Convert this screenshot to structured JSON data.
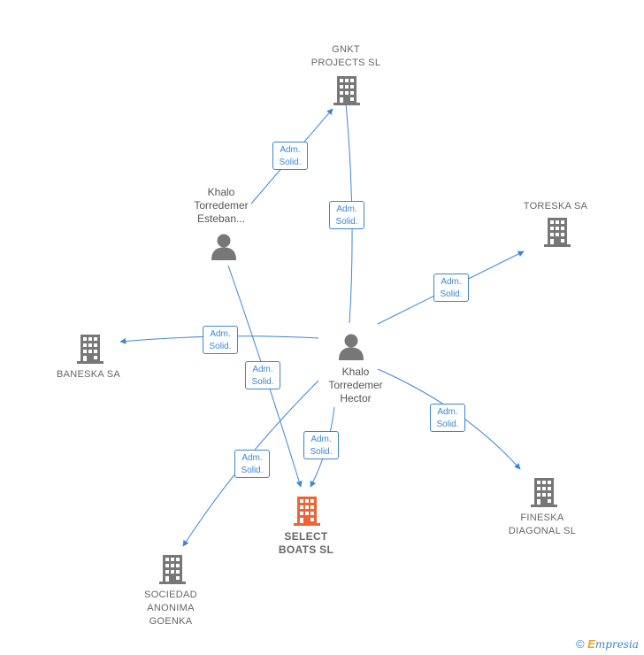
{
  "colors": {
    "edge": "#3b86d8",
    "node": "#777777",
    "focus": "#ef6435"
  },
  "relationship_label": [
    "Adm.",
    "Solid."
  ],
  "nodes": {
    "gnkt": {
      "label": "GNKT\nPROJECTS  SL",
      "kind": "company",
      "icon": "building-icon"
    },
    "toreska": {
      "label": "TORESKA SA",
      "kind": "company",
      "icon": "building-icon"
    },
    "baneska": {
      "label": "BANESKA SA",
      "kind": "company",
      "icon": "building-icon"
    },
    "select_boats": {
      "label": "SELECT\nBOATS  SL",
      "kind": "company-focus",
      "icon": "building-icon"
    },
    "fineska": {
      "label": "FINESKA\nDIAGONAL  SL",
      "kind": "company",
      "icon": "building-icon"
    },
    "goenka": {
      "label": "SOCIEDAD\nANONIMA\nGOENKA",
      "kind": "company",
      "icon": "building-icon"
    },
    "khalo_esteban": {
      "label": "Khalo\nTorredemer\nEsteban...",
      "kind": "person",
      "icon": "person-icon"
    },
    "khalo_hector": {
      "label": "Khalo\nTorredemer\nHector",
      "kind": "person",
      "icon": "person-icon"
    }
  },
  "edges": [
    {
      "from": "khalo_esteban",
      "to": "gnkt",
      "label": "Adm.\nSolid."
    },
    {
      "from": "khalo_esteban",
      "to": "select_boats",
      "label": "Adm.\nSolid."
    },
    {
      "from": "khalo_hector",
      "to": "gnkt",
      "label": "Adm.\nSolid."
    },
    {
      "from": "khalo_hector",
      "to": "toreska",
      "label": "Adm.\nSolid."
    },
    {
      "from": "khalo_hector",
      "to": "baneska",
      "label": "Adm.\nSolid."
    },
    {
      "from": "khalo_hector",
      "to": "fineska",
      "label": "Adm.\nSolid."
    },
    {
      "from": "khalo_hector",
      "to": "select_boats",
      "label": "Adm.\nSolid."
    },
    {
      "from": "khalo_hector",
      "to": "goenka",
      "label": "Adm.\nSolid."
    }
  ],
  "watermark": {
    "copyright": "©",
    "brand_initial": "E",
    "brand_rest": "mpresia"
  }
}
